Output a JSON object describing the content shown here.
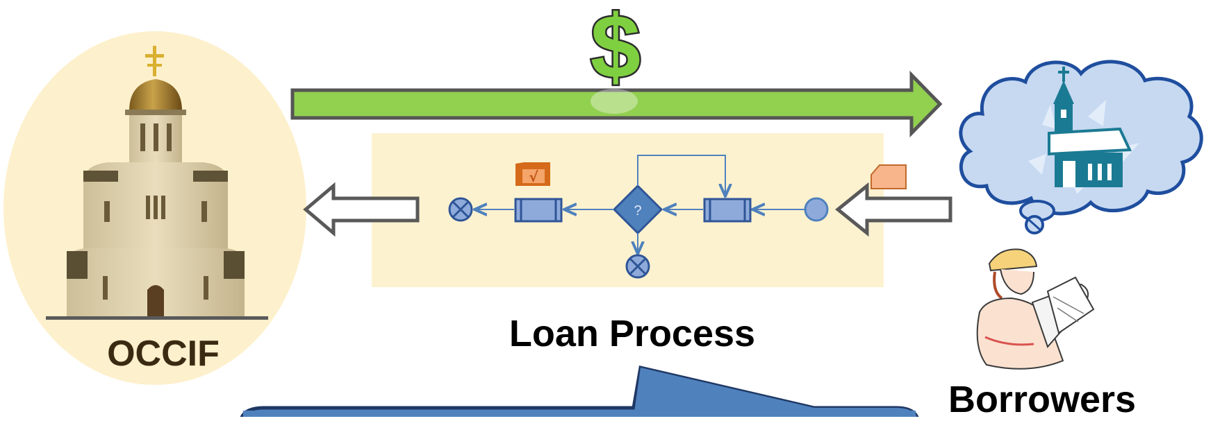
{
  "labels": {
    "left_party": "OCCIF",
    "center": "Loan Process",
    "right_party": "Borrowers"
  },
  "icons": {
    "money": "dollar-sign-icon",
    "cathedral": "cathedral-icon",
    "church_dream": "church-thought-cloud-icon",
    "borrower": "architect-with-blueprints-icon"
  },
  "process_symbols": {
    "decision": "?",
    "approved_doc": "√"
  },
  "colors": {
    "money_arrow": "#92d050",
    "process_band": "#fdf2d0",
    "bpmn_blue": "#4f81bd",
    "document_orange": "#f5a46a",
    "callout_blue": "#4f81bd",
    "oval_bg": "#fdf0cc"
  }
}
